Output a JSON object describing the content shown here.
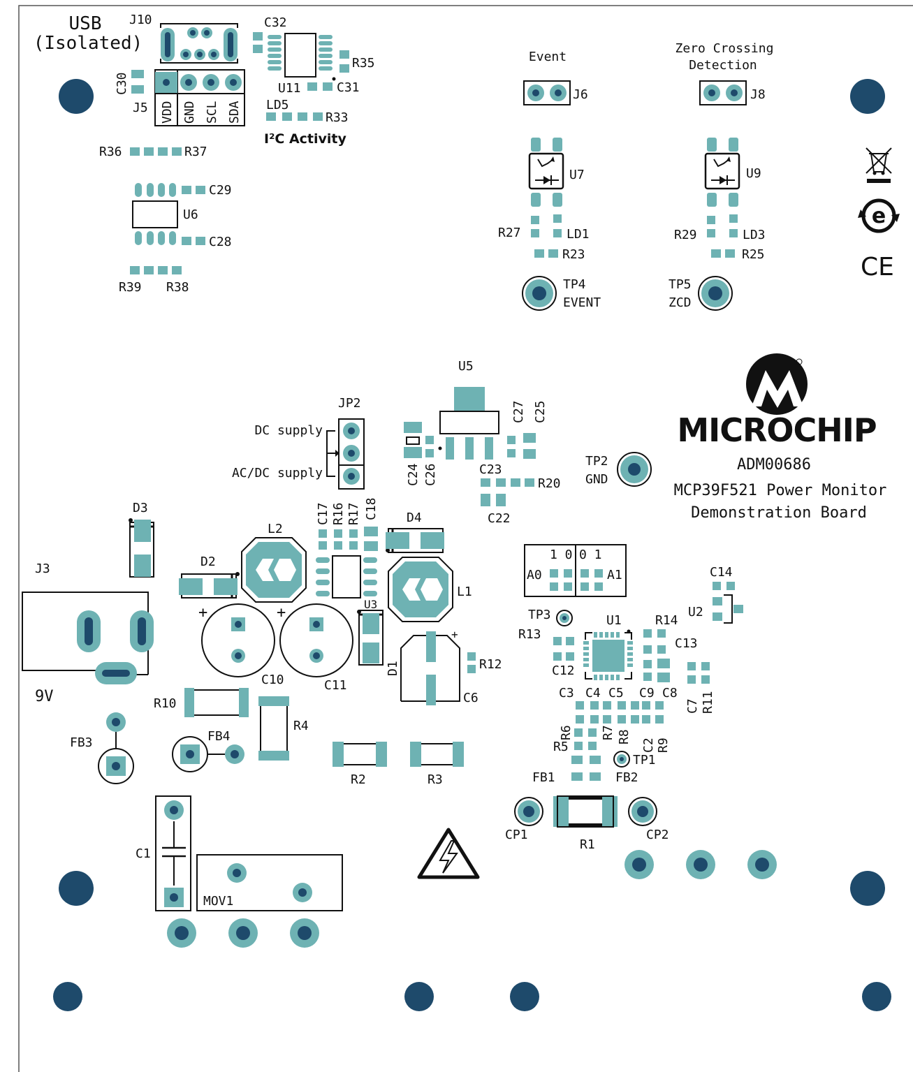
{
  "colors": {
    "pad": "#6eb2b3",
    "drill": "#1e4a6b",
    "ink": "#111111",
    "bg": "#ffffff"
  },
  "header": {
    "usb_line1": "USB",
    "usb_line2": "(Isolated)"
  },
  "pin_labels": [
    "VDD",
    "GND",
    "SCL",
    "SDA"
  ],
  "section_titles": {
    "event": "Event",
    "zcd_line1": "Zero Crossing",
    "zcd_line2": "Detection",
    "i2c": "I²C Activity",
    "dc_supply": "DC supply",
    "acdc_supply": "AC/DC supply",
    "voltage": "9V"
  },
  "board_info": {
    "brand": "MICROCHIP",
    "part": "ADM00686",
    "title1": "MCP39F521 Power Monitor",
    "title2": "Demonstration Board"
  },
  "address_table": {
    "top_left": "1 0",
    "top_right": "0 1",
    "left": "A0",
    "right": "A1"
  },
  "icons": [
    "weee-bin-icon",
    "recycle-e-icon",
    "ce-mark-icon",
    "high-voltage-warning-icon",
    "microchip-logo-icon"
  ],
  "ce_mark": "CE",
  "refdes": {
    "J10": "J10",
    "C32": "C32",
    "R35": "R35",
    "U11": "U11",
    "C31": "C31",
    "LD5": "LD5",
    "R33": "R33",
    "C30": "C30",
    "J5": "J5",
    "R36": "R36",
    "R37": "R37",
    "C29": "C29",
    "U6": "U6",
    "C28": "C28",
    "R39": "R39",
    "R38": "R38",
    "J6": "J6",
    "J8": "J8",
    "U7": "U7",
    "U9": "U9",
    "R27": "R27",
    "LD1": "LD1",
    "R29": "R29",
    "LD3": "LD3",
    "R23": "R23",
    "R25": "R25",
    "TP4": "TP4",
    "EVENT": "EVENT",
    "TP5": "TP5",
    "ZCD": "ZCD",
    "U5": "U5",
    "C27": "C27",
    "C25": "C25",
    "JP2": "JP2",
    "C24": "C24",
    "C26": "C26",
    "C23": "C23",
    "R20": "R20",
    "C22": "C22",
    "TP2": "TP2",
    "GND": "GND",
    "D3": "D3",
    "L2": "L2",
    "C17": "C17",
    "R16": "R16",
    "R17": "R17",
    "C18": "C18",
    "D4": "D4",
    "J3": "J3",
    "D2": "D2",
    "L1": "L1",
    "U3": "U3",
    "C10": "C10",
    "C11": "C11",
    "D1": "D1",
    "R12": "R12",
    "C6": "C6",
    "C14": "C14",
    "U2": "U2",
    "TP3": "TP3",
    "U1": "U1",
    "R14": "R14",
    "R13": "R13",
    "C13": "C13",
    "C12": "C12",
    "C3": "C3",
    "C4": "C4",
    "C5": "C5",
    "C9": "C9",
    "C8": "C8",
    "C7": "C7",
    "R11": "R11",
    "R6": "R6",
    "R7": "R7",
    "R8": "R8",
    "C2": "C2",
    "R9": "R9",
    "R5": "R5",
    "TP1": "TP1",
    "R10": "R10",
    "R4": "R4",
    "FB3": "FB3",
    "FB4": "FB4",
    "R2": "R2",
    "R3": "R3",
    "FB1": "FB1",
    "FB2": "FB2",
    "CP1": "CP1",
    "R1": "R1",
    "CP2": "CP2",
    "C1": "C1",
    "MOV1": "MOV1"
  }
}
